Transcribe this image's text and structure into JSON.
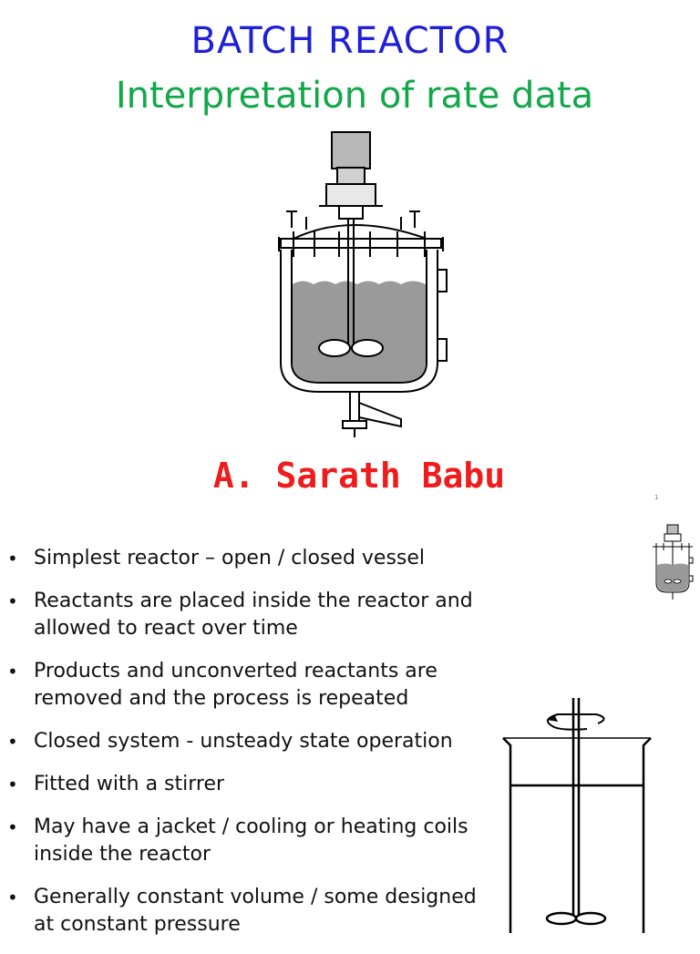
{
  "slide": {
    "title": "BATCH REACTOR",
    "subtitle": "Interpretation of rate data",
    "author": "A. Sarath Babu",
    "page_number": "1",
    "colors": {
      "title": "#1f1fd6",
      "subtitle": "#12a84a",
      "author": "#ee1c1c",
      "liquid": "#9a9a9a"
    }
  },
  "bullets": [
    "Simplest reactor – open / closed vessel",
    "Reactants are placed inside the reactor and allowed to react over time",
    "Products and unconverted reactants are removed and the  process is  repeated",
    "Closed system - unsteady state operation",
    "Fitted with a stirrer",
    "May have a jacket / cooling or heating coils inside the reactor",
    "Generally constant volume / some designed at constant pressure"
  ],
  "figures": {
    "main": "batch-reactor-vessel-diagram",
    "thumbnail": "batch-reactor-thumbnail",
    "beaker": "stirred-beaker-diagram"
  }
}
